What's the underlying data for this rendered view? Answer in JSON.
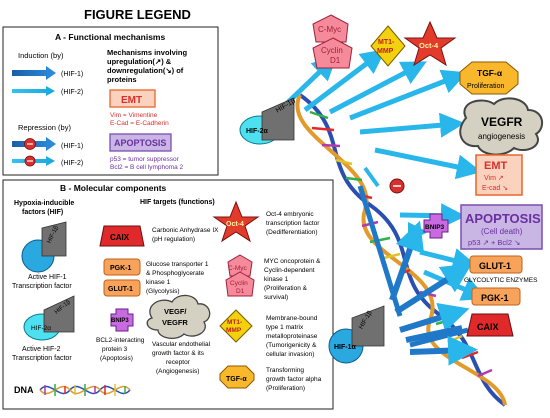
{
  "legend": {
    "title": "FIGURE LEGEND",
    "section_a": {
      "title": "A - Functional mechanisms",
      "induction_label": "Induction (by)",
      "repression_label": "Repression (by)",
      "hif1": "(HIF-1)",
      "hif2": "(HIF-2)",
      "mech_line1": "Mechanisms involving",
      "mech_line2": "upregulation(↗) &",
      "mech_line3": "downregulation(↘) of",
      "mech_line4": "proteins",
      "emt": "EMT",
      "vim_def": "Vim = Vimentine",
      "ecad_def": "E-Cad = E-Cadherin",
      "apoptosis": "APOPTOSIS",
      "p53_def": "p53 = tumor suppressor",
      "bcl2_def": "Bcl2 = B cell lymphoma 2"
    },
    "section_b": {
      "title": "B - Molecular components",
      "hif_heading1": "Hypoxia-inducible",
      "hif_heading2": "factors (HIF)",
      "targets_heading": "HIF targets  (functions)",
      "active_hif1_line1": "Active HIF-1",
      "active_hif1_line2": "Transcription factor",
      "active_hif2_line1": "Active HIF-2",
      "active_hif2_line2": "Transcription factor",
      "dna": "DNA",
      "caix": "CAIX",
      "caix_desc1": "Carbonic Anhydrase IX",
      "caix_desc2": "(pH regulation)",
      "pgk1": "PGK-1",
      "glut1": "GLUT-1",
      "glyco_desc1": "Glucose transporter 1",
      "glyco_desc2": "& Phosphoglycerate",
      "glyco_desc3": "kinase 1",
      "glyco_desc4": "(Glycolysis)",
      "bnip3": "BNIP3",
      "bnip3_desc1": "BCL2-interacting",
      "bnip3_desc2": "protein 3",
      "bnip3_desc3": "(Apoptosis)",
      "vegf": "VEGF/",
      "vegfr": "VEGFR",
      "vegf_desc1": "Vascular endothelial",
      "vegf_desc2": "growth factor & its",
      "vegf_desc3": "receptor",
      "vegf_desc4": "(Angiogenesis)",
      "oct4": "Oct-4",
      "oct4_desc1": "Oct-4 embryonic",
      "oct4_desc2": "transcription factor",
      "oct4_desc3": "(Dedifferentiation)",
      "cmyc": "C-Myc",
      "cyclin": "Cyclin",
      "d1": "D1",
      "cmyc_desc1": "MYC oncoprotein &",
      "cmyc_desc2": "Cyclin-dependent",
      "cmyc_desc3": "kinase 1",
      "cmyc_desc4": "(Proliferation &",
      "cmyc_desc5": "survival)",
      "mt1": "MT1-",
      "mmp": "MMP",
      "mt1_desc1": "Membrane-bound",
      "mt1_desc2": "type 1 matrix",
      "mt1_desc3": "metalloproteinase",
      "mt1_desc4": "(Tumorigenicity &",
      "mt1_desc5": "cellular invasion)",
      "tgfa": "TGF-α",
      "tgfa_desc1": "Transforming",
      "tgfa_desc2": "growth factor alpha",
      "tgfa_desc3": "(Proliferation)"
    }
  },
  "diagram": {
    "hif1b": "HIF-1β",
    "hif2a": "HIF-2α",
    "hif1a": "HIF-1α",
    "cmyc": "C-Myc",
    "cyclin": "Cyclin",
    "d1": "D1",
    "mt1": "MT1-",
    "mmp": "MMP",
    "oct4": "Oct-4",
    "tgfa": "TGF-α",
    "tgfa_func": "Proliferation",
    "vegfr": "VEGFR",
    "angiogenesis": "angiogenesis",
    "emt": "EMT",
    "vim_up": "Vim ↗",
    "ecad_down": "E-cad ↘",
    "bnip3": "BNIP3",
    "apoptosis": "APOPTOSIS",
    "cell_death": "(Cell death)",
    "p53_bcl2": "p53 ↗ + Bcl2 ↘",
    "glut1": "GLUT-1",
    "glycolytic": "GLYCOLYTIC ENZYMES",
    "pgk1": "PGK-1",
    "caix": "CAIX"
  },
  "colors": {
    "hif1_arrow": "#1f78c8",
    "hif2_arrow": "#29b6ea",
    "emt_fill": "#fbd2bd",
    "emt_border": "#e8662c",
    "apoptosis_fill": "#c9b6e4",
    "apoptosis_border": "#7a4fb0",
    "caix_fill": "#e0292b",
    "pgk_fill": "#f7a35b",
    "bnip3_fill": "#c86be0",
    "oct4_fill": "#e23b2b",
    "cmyc_fill": "#f58a9a",
    "mt1_fill": "#f2d10d",
    "tgfa_fill": "#f9b72b",
    "vegf_fill": "#d4d0c2",
    "repression_fill": "#d7302e"
  }
}
